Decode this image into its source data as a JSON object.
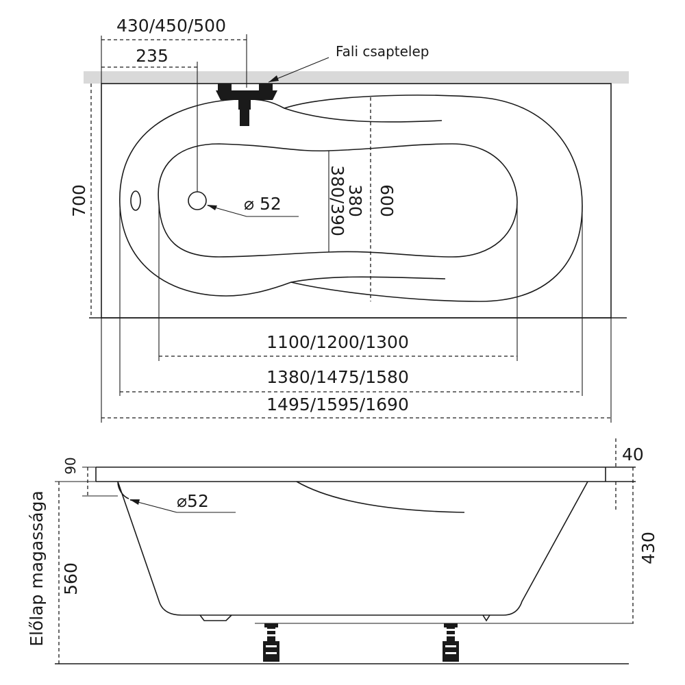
{
  "top_view": {
    "faucet_offset": "430/450/500",
    "drain_offset": "235",
    "faucet_label": "Fali csaptelep",
    "width_outer": "700",
    "inner_width_a": "380",
    "inner_width_b": "380/390",
    "width_bowl": "600",
    "drain_diameter": "⌀ 52",
    "length_bottom": "1100/1200/1300",
    "length_inner": "1380/1475/1580",
    "length_total": "1495/1595/1690"
  },
  "side_view": {
    "rim_depth": "90",
    "rim_thickness": "40",
    "overflow_diameter": "⌀52",
    "depth": "430",
    "front_panel_height": "560",
    "front_panel_label": "Előlap magassága"
  },
  "colors": {
    "ink": "#1a1a1a",
    "wall": "#d9d9d9"
  }
}
